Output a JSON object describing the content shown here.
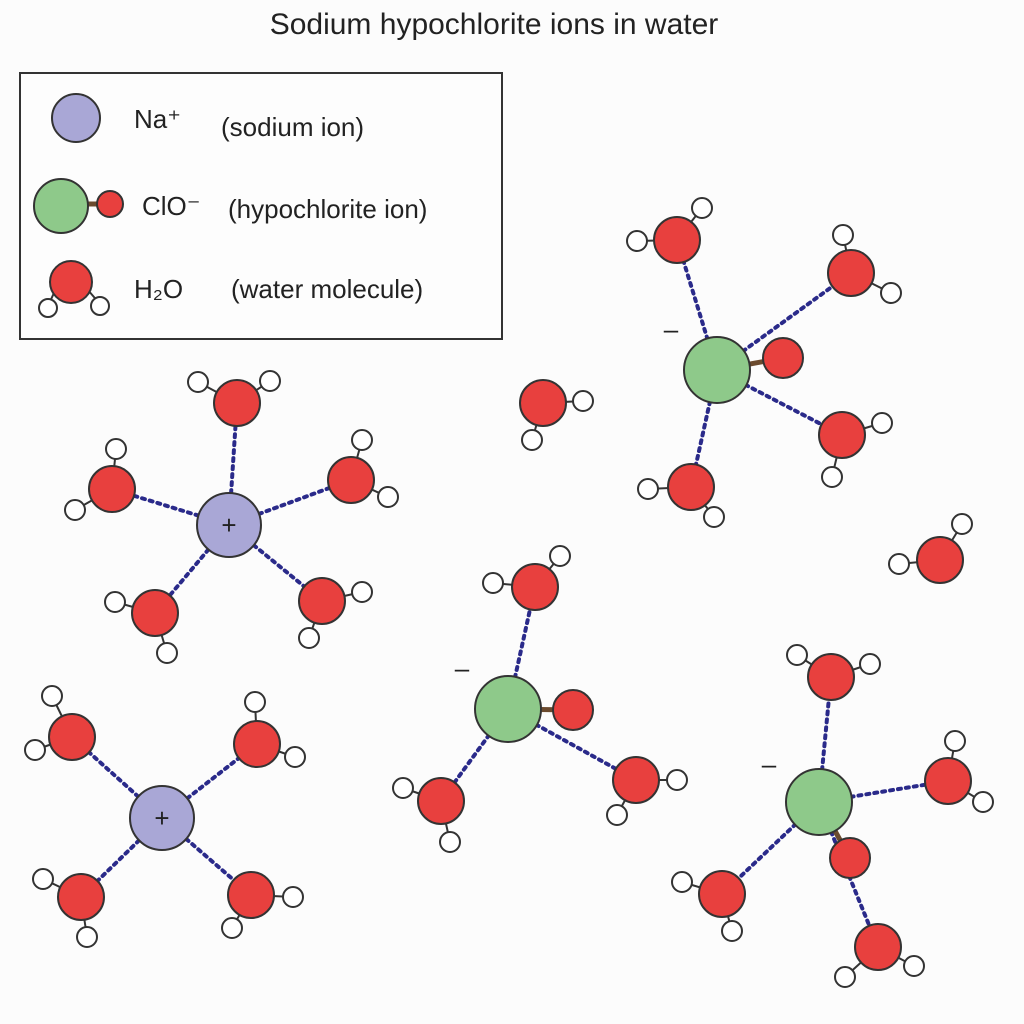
{
  "title": "Sodium hypochlorite ions in water",
  "legend": {
    "items": [
      {
        "formula": "Na⁺",
        "description": "(sodium ion)"
      },
      {
        "formula": "ClO⁻",
        "description": "(hypochlorite ion)"
      },
      {
        "formula": "H₂O",
        "description": "(water molecule)"
      }
    ]
  },
  "charges": {
    "sodium": "+",
    "hypochlorite": "–"
  },
  "colors": {
    "sodium": "#a9a7d6",
    "chlorine": "#8ec98a",
    "oxygen": "#e8403e",
    "hydrogen": "#ffffff",
    "bond": "#6b4a2e",
    "interaction": "#2a2a8a",
    "outline": "#333333"
  }
}
